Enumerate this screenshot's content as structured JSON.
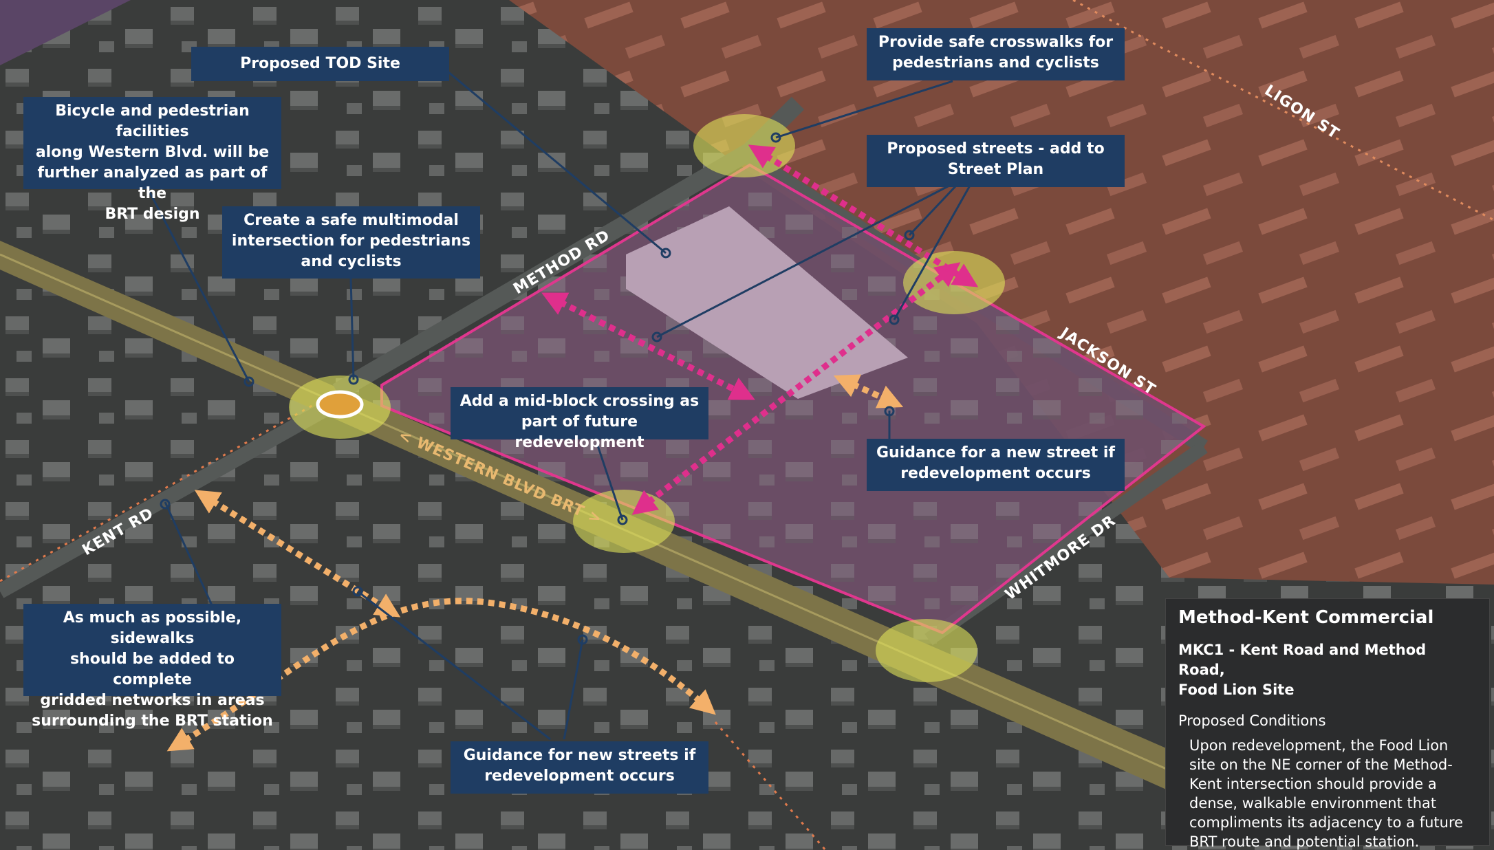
{
  "colors": {
    "background": "#3a3c3b",
    "zone_brown": "#7b4a3c",
    "site_fill": "#6f4f69",
    "site_outline": "#e0378e",
    "corridor": "#7d7448",
    "intersection_circle": "#dfe25a",
    "callout_bg": "#1f3d63",
    "arrow_orange": "#f3b06a",
    "arrow_magenta": "#df2f8c"
  },
  "callouts": {
    "tod_site": "Proposed TOD Site",
    "crosswalks": "Provide safe crosswalks for\npedestrians and cyclists",
    "bike_ped": "Bicycle and pedestrian facilities\nalong Western Blvd. will be\nfurther analyzed as part of the\nBRT design",
    "multimodal": "Create a safe multimodal\nintersection for pedestrians\nand cyclists",
    "proposed_streets": "Proposed streets - add to\nStreet Plan",
    "midblock": "Add a mid-block crossing as\npart of future redevelopment",
    "guidance_street": "Guidance for a new street if\nredevelopment occurs",
    "sidewalks": "As much as possible, sidewalks\nshould be added to complete\ngridded networks in areas\nsurrounding the BRT station",
    "guidance_streets": "Guidance for new streets if\nredevelopment occurs"
  },
  "streets": {
    "method_rd": "METHOD RD",
    "jackson_st": "JACKSON ST",
    "ligon_st": "LIGON ST",
    "kent_rd": "KENT RD",
    "whitmore_dr": "WHITMORE DR",
    "western_blvd_brt": "< WESTERN BLVD BRT >"
  },
  "panel": {
    "title": "Method-Kent Commercial",
    "subtitle": "MKC1 - Kent Road and Method Road,\nFood Lion Site",
    "conditions_label": "Proposed Conditions",
    "description": "Upon redevelopment, the Food Lion site on the NE corner of the Method-Kent intersection should provide a dense, walkable environment that compliments its adjacency to a future BRT route and potential station."
  }
}
